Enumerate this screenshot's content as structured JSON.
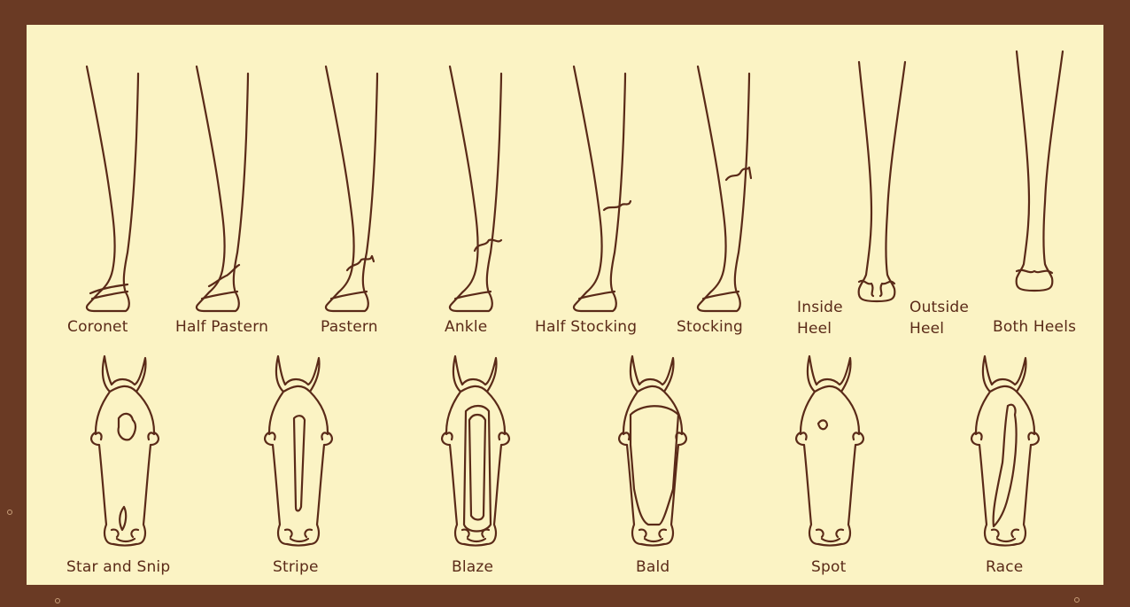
{
  "colors": {
    "border": "#6a3a24",
    "background": "#fbf3c4",
    "ink": "#5a2a18"
  },
  "leg_markings": [
    {
      "label": "Coronet"
    },
    {
      "label": "Half Pastern"
    },
    {
      "label": "Pastern"
    },
    {
      "label": "Ankle"
    },
    {
      "label": "Half Stocking"
    },
    {
      "label": "Stocking"
    },
    {
      "label": "Inside\nHeel"
    },
    {
      "label": "Outside\nHeel"
    },
    {
      "label": "Both Heels"
    }
  ],
  "face_markings": [
    {
      "label": "Star and Snip"
    },
    {
      "label": "Stripe"
    },
    {
      "label": "Blaze"
    },
    {
      "label": "Bald"
    },
    {
      "label": "Spot"
    },
    {
      "label": "Race"
    }
  ]
}
